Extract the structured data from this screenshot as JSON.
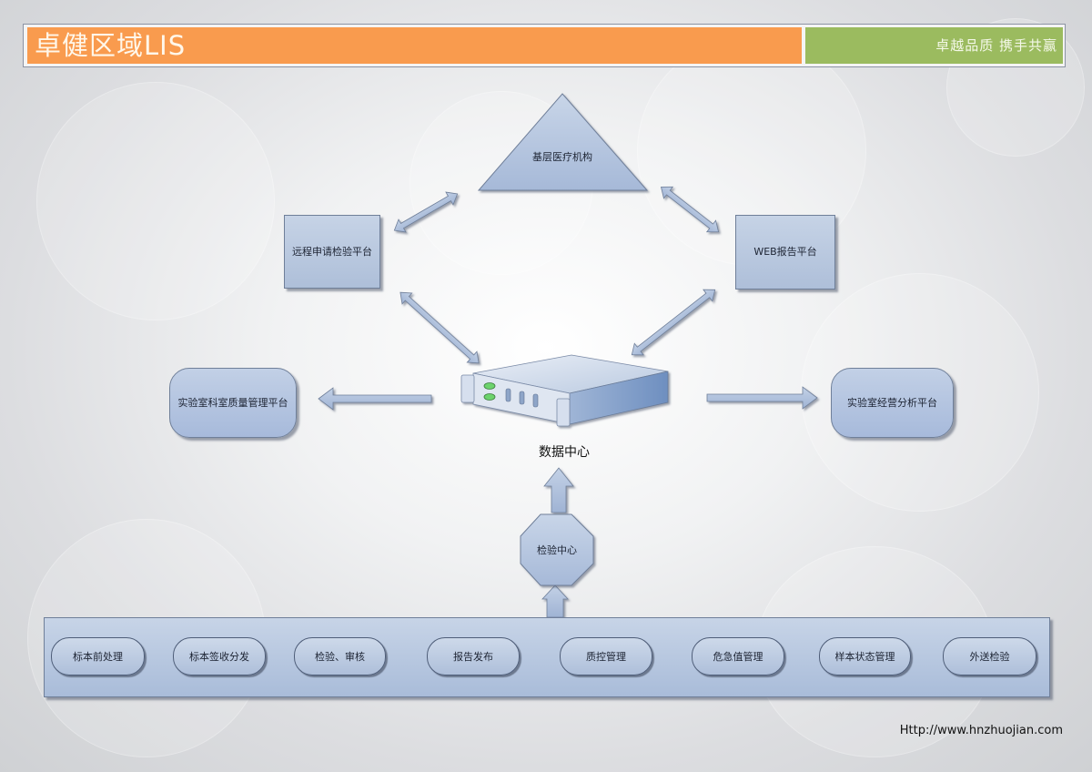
{
  "header": {
    "title": "卓健区域LIS",
    "slogan": "卓越品质  携手共赢",
    "colors": {
      "title_bar": "#f99b4e",
      "slogan_bar": "#9bbb5f"
    }
  },
  "nodes": {
    "primary_care": "基层医疗机构",
    "remote_request": "远程申请检验平台",
    "web_report": "WEB报告平台",
    "lab_quality": "实验室科室质量管理平台",
    "lab_analytics": "实验室经营分析平台",
    "data_center": "数据中心",
    "lab_center": "检验中心"
  },
  "modules": [
    "标本前处理",
    "标本签收分发",
    "检验、审核",
    "报告发布",
    "质控管理",
    "危急值管理",
    "样本状态管理",
    "外送检验"
  ],
  "footer": {
    "url": "Http://www.hnzhuojian.com"
  },
  "colors": {
    "node_fill": "#b4c4dd",
    "node_border": "#6f7f99"
  }
}
